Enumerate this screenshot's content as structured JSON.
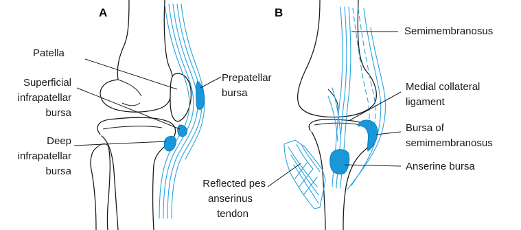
{
  "panels": {
    "a": {
      "letter": "A"
    },
    "b": {
      "letter": "B"
    }
  },
  "labels_a": {
    "patella": "Patella",
    "superficial": [
      "Superficial",
      "infrapatellar",
      "bursa"
    ],
    "deep": [
      "Deep",
      "infrapatellar",
      "bursa"
    ],
    "prepatellar": [
      "Prepatellar",
      "bursa"
    ]
  },
  "labels_b": {
    "semimembranosus": "Semimembranosus",
    "mcl": [
      "Medial collateral",
      "ligament"
    ],
    "bursa_semimembranosus": [
      "Bursa of",
      "semimembranosus"
    ],
    "anserine": "Anserine bursa",
    "pes": [
      "Reflected pes",
      "anserinus",
      "tendon"
    ]
  },
  "colors": {
    "tendon": "#29a3dd",
    "bursa": "#1898d8",
    "outline": "#1a1a1a"
  }
}
